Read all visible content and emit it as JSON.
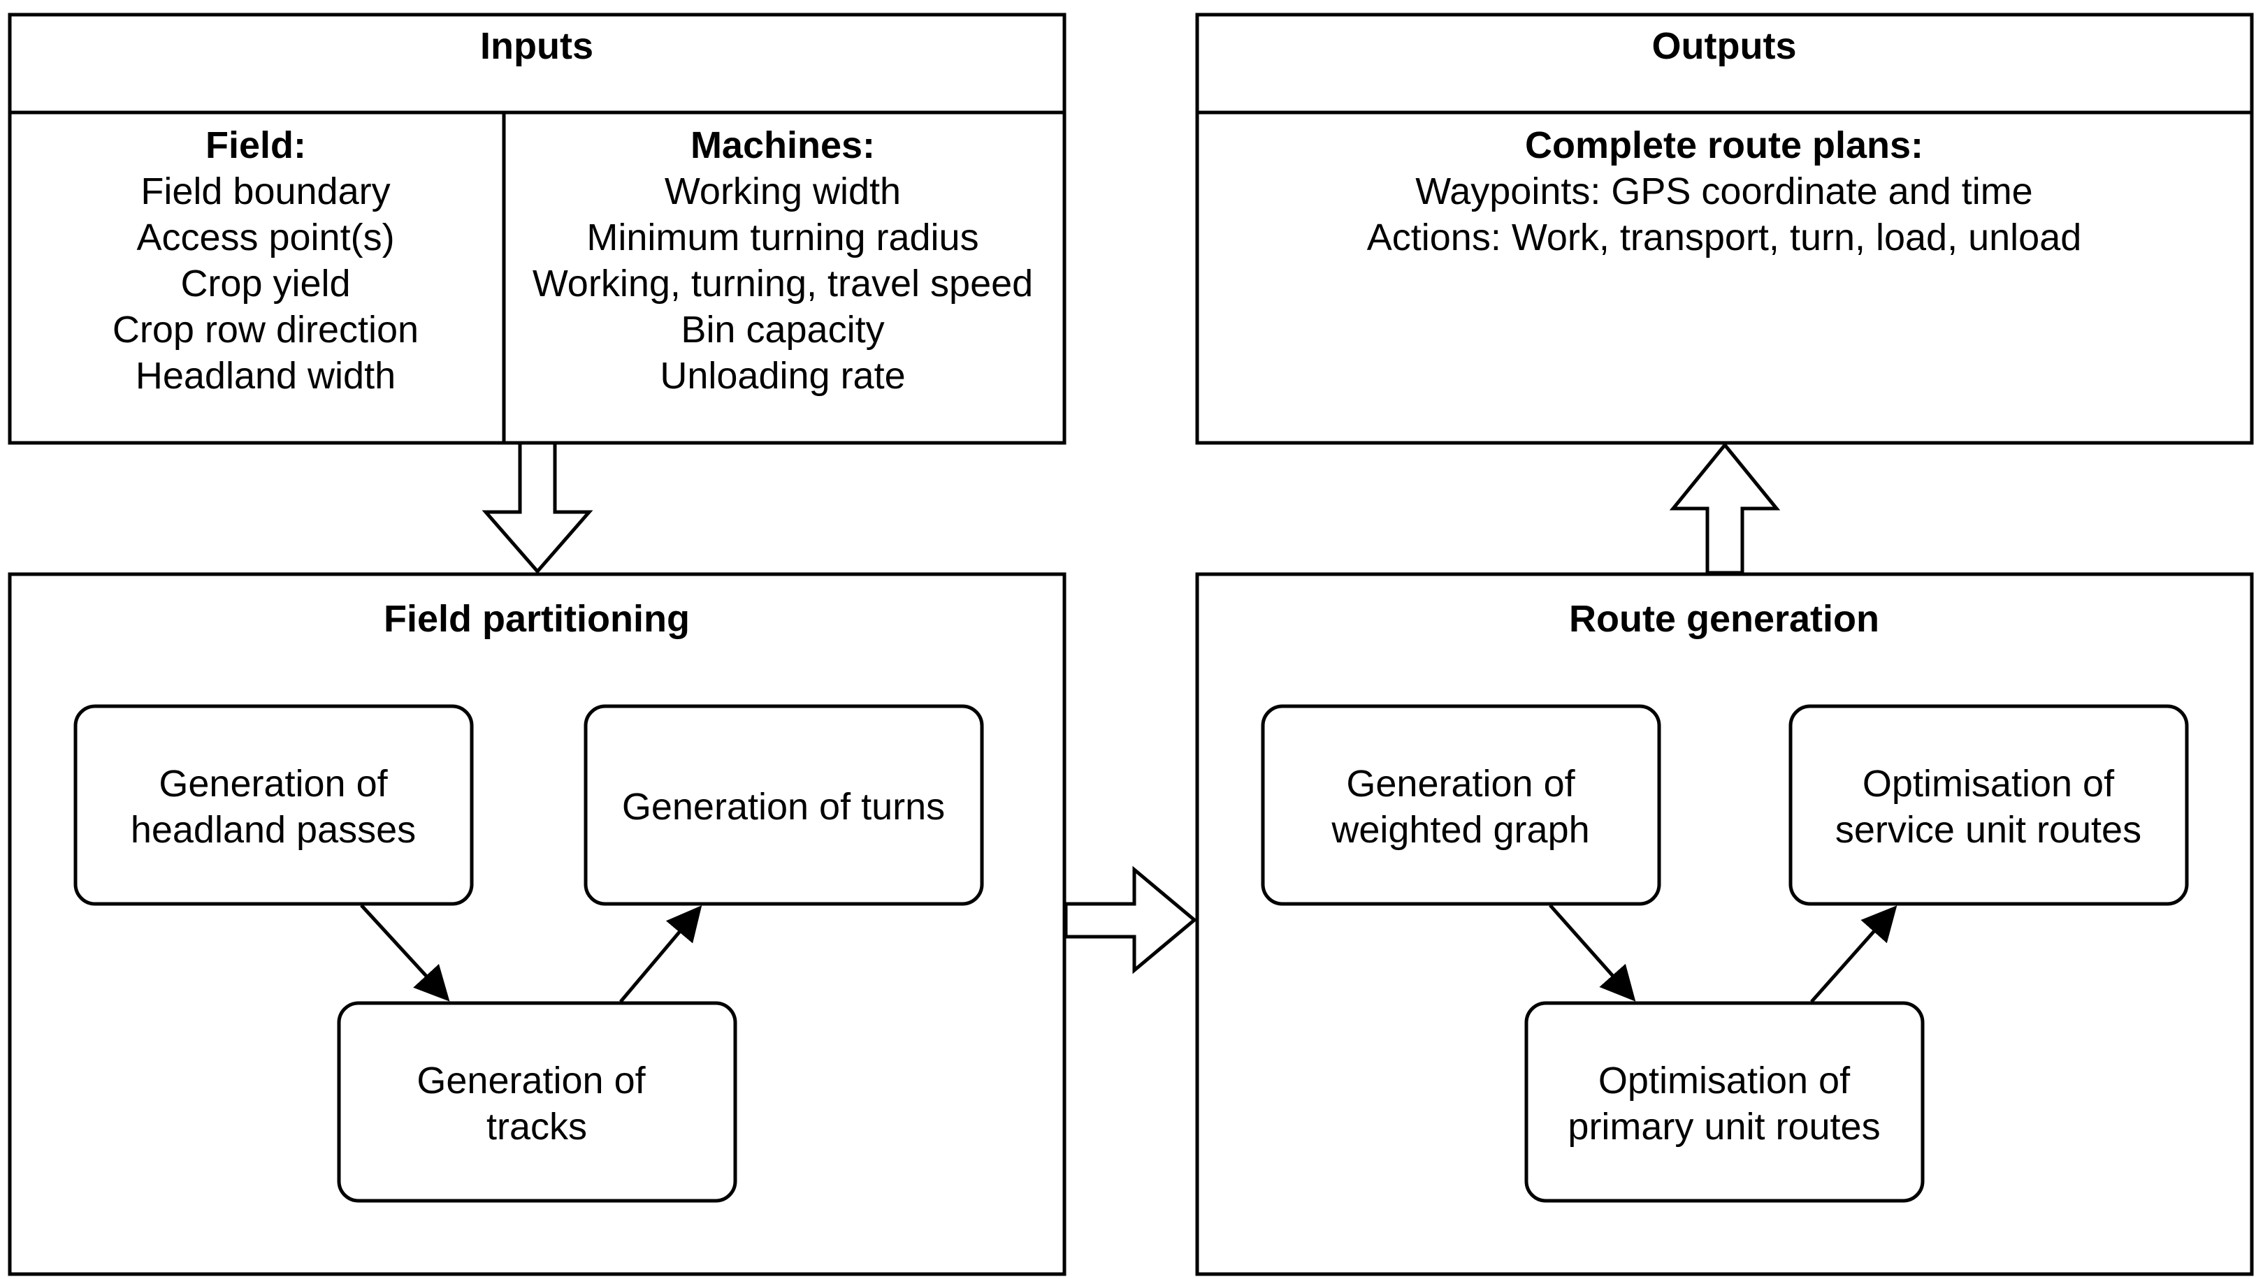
{
  "inputs": {
    "title": "Inputs",
    "field": {
      "heading": "Field:",
      "items": [
        "Field boundary",
        "Access point(s)",
        "Crop yield",
        "Crop row direction",
        "Headland width"
      ]
    },
    "machines": {
      "heading": "Machines:",
      "items": [
        "Working width",
        "Minimum turning radius",
        "Working, turning, travel speed",
        "Bin capacity",
        "Unloading rate"
      ]
    }
  },
  "outputs": {
    "title": "Outputs",
    "heading": "Complete route plans:",
    "items": [
      "Waypoints: GPS coordinate and time",
      "Actions: Work, transport, turn, load, unload"
    ]
  },
  "field_partitioning": {
    "title": "Field partitioning",
    "headland": [
      "Generation of",
      "headland passes"
    ],
    "turns": [
      "Generation of turns"
    ],
    "tracks": [
      "Generation of",
      "tracks"
    ]
  },
  "route_generation": {
    "title": "Route generation",
    "graph": [
      "Generation of",
      "weighted graph"
    ],
    "service": [
      "Optimisation of",
      "service unit routes"
    ],
    "primary": [
      "Optimisation of",
      "primary unit routes"
    ]
  }
}
